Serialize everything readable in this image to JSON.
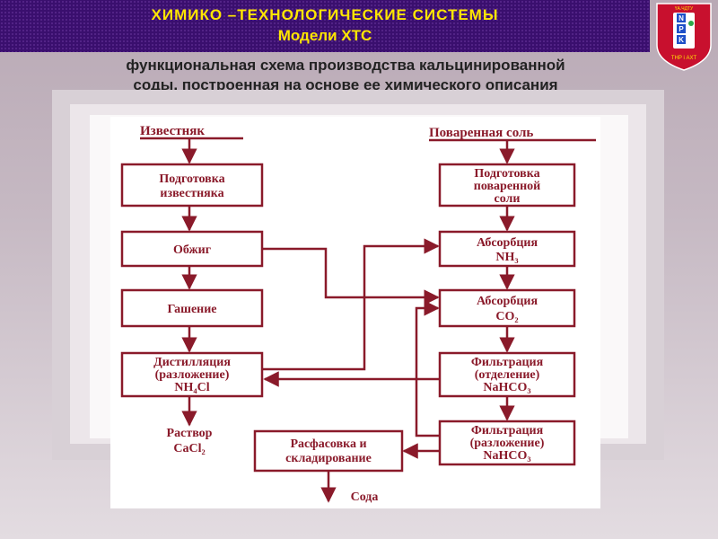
{
  "header": {
    "title_line1": "ХИМИКО –ТЕХНОЛОГИЧЕСКИЕ СИСТЕМЫ",
    "title_line2": "Модели ХТС"
  },
  "logo": {
    "top_text": "ҮА.ЧДТУ",
    "letters": [
      "N",
      "P",
      "K"
    ],
    "bottom_text": "ТНР і АХТ"
  },
  "subtitle": {
    "line1": "функциональная  схема  производства  кальцинированной",
    "line2": "соды,  построенная  на  основе  ее  химического  описания"
  },
  "diagram": {
    "input_left": "Известняк",
    "input_right": "Поваренная соль",
    "left_column": [
      {
        "lines": [
          "Подготовка",
          "известняка"
        ]
      },
      {
        "lines": [
          "Обжиг"
        ]
      },
      {
        "lines": [
          "Гашение"
        ]
      },
      {
        "lines": [
          "Дистилляция",
          "(разложение)",
          "NH₄Cl"
        ]
      }
    ],
    "right_column": [
      {
        "lines": [
          "Подготовка",
          "поваренной",
          "соли"
        ]
      },
      {
        "lines": [
          "Абсорбция",
          "NH₃"
        ]
      },
      {
        "lines": [
          "Абсорбция",
          "CO₂"
        ]
      },
      {
        "lines": [
          "Фильтрация",
          "(отделение)",
          "NaHCO₃"
        ]
      },
      {
        "lines": [
          "Фильтрация",
          "(разложение)",
          "NaHCO₃"
        ]
      }
    ],
    "packing_box": {
      "lines": [
        "Расфасовка и",
        "складирование"
      ]
    },
    "output_cacl2": {
      "lines": [
        "Раствор",
        "CaCl₂"
      ]
    },
    "output_soda": "Сода",
    "colors": {
      "stroke": "#8a1a2a",
      "banner_text": "#ffe600",
      "banner_bg": "#3a0f6e"
    }
  }
}
